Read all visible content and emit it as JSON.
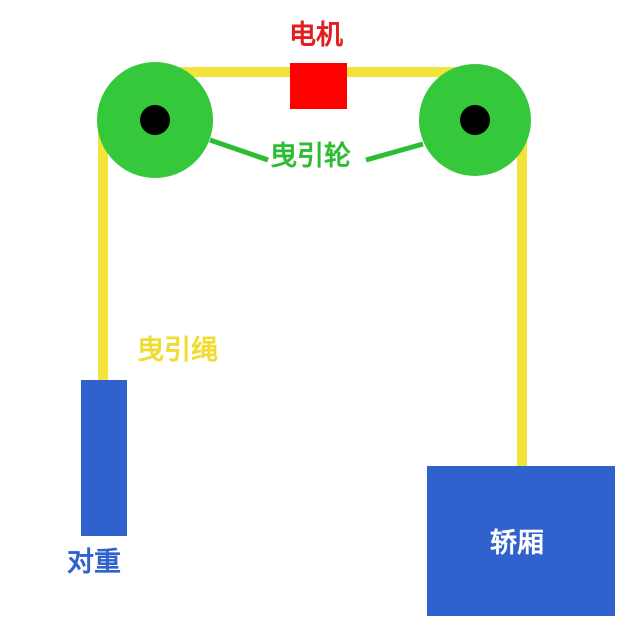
{
  "colors": {
    "rope": "#f2e33a",
    "sheave": "#35c83a",
    "sheave_hub": "#000000",
    "motor": "#ff0000",
    "blocks": "#2f62cc",
    "motor_label": "#e0201f",
    "sheave_label": "#2dbd33",
    "rope_label": "#f0dc30",
    "counterweight_label": "#2f62cc",
    "cabin_label": "#ffffff"
  },
  "icons": {
    "sheave": "green-circle-with-black-hub",
    "motor": "red-rectangle"
  },
  "labels": {
    "motor": "电机",
    "sheave": "曳引轮",
    "rope": "曳引绳",
    "counterweight": "对重",
    "cabin": "轿厢"
  }
}
